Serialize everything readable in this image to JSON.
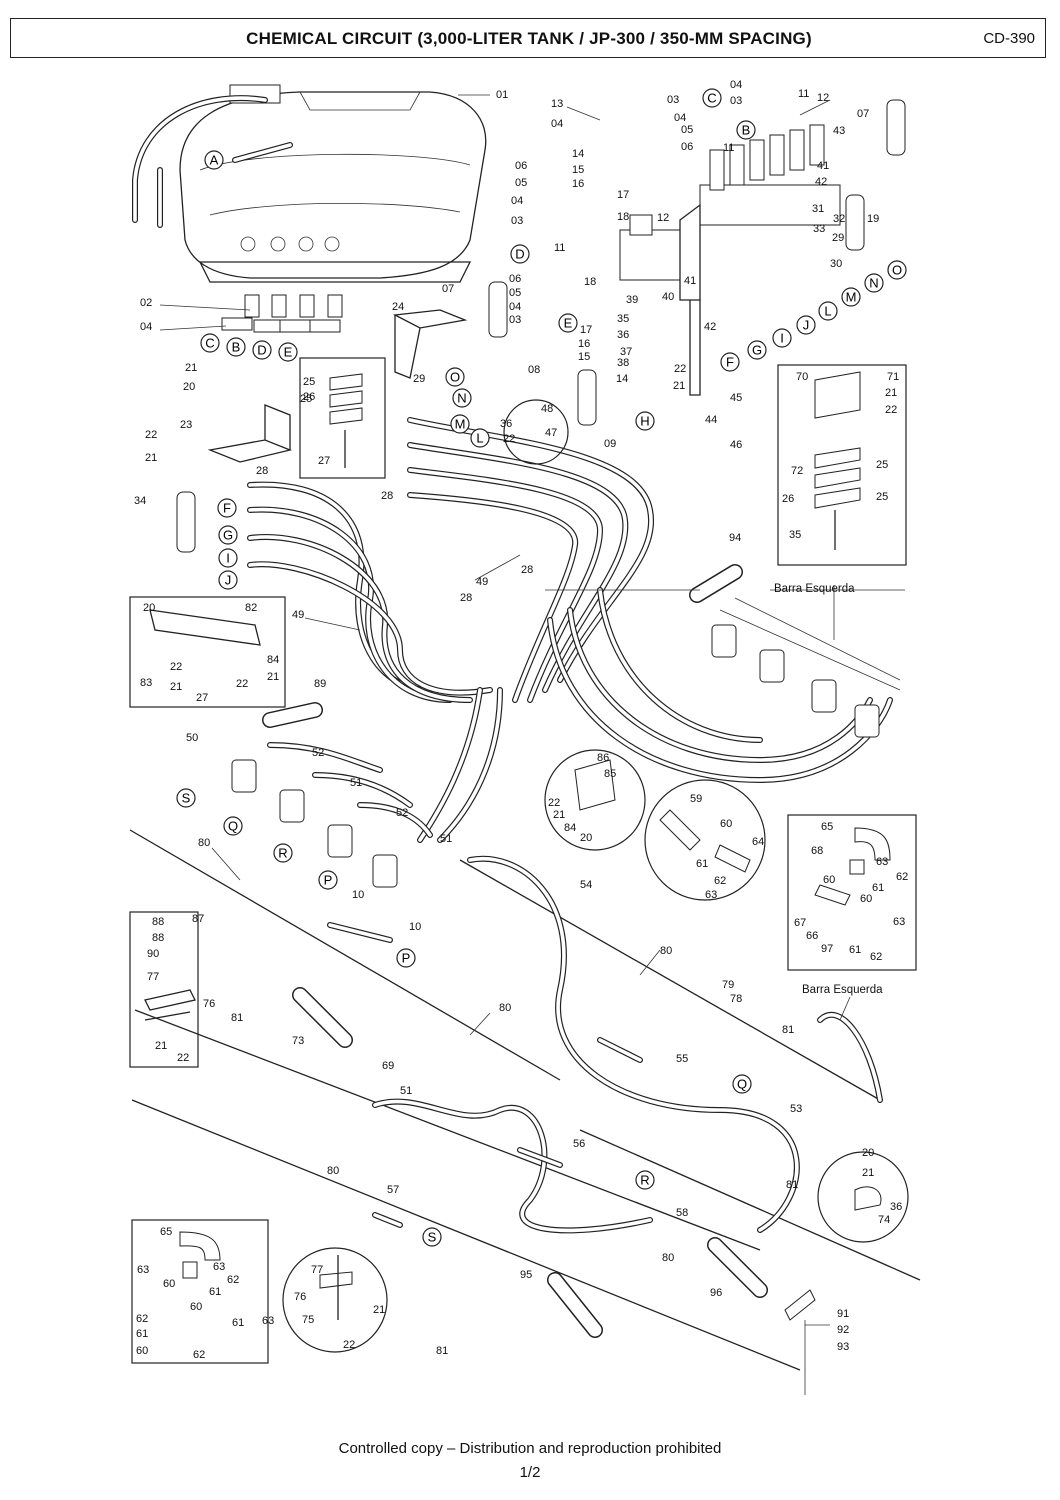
{
  "header": {
    "title": "CHEMICAL CIRCUIT (3,000-LITER TANK / JP-300 / 350-MM SPACING)",
    "code": "CD-390"
  },
  "footer": {
    "copy": "Controlled copy – Distribution and reproduction prohibited",
    "page": "1/2"
  },
  "callouts": {
    "left_boom": "Barra Esquerda",
    "left_boom_2": "Barra Esquerda"
  },
  "connection_letters": [
    "A",
    "B",
    "C",
    "D",
    "E",
    "F",
    "G",
    "H",
    "I",
    "J",
    "L",
    "M",
    "N",
    "O",
    "P",
    "Q",
    "R",
    "S"
  ],
  "part_numbers": [
    "01",
    "02",
    "03",
    "04",
    "05",
    "06",
    "07",
    "08",
    "09",
    "10",
    "11",
    "12",
    "13",
    "14",
    "15",
    "16",
    "17",
    "18",
    "19",
    "20",
    "21",
    "22",
    "23",
    "24",
    "25",
    "26",
    "27",
    "28",
    "29",
    "30",
    "31",
    "32",
    "33",
    "34",
    "35",
    "36",
    "37",
    "38",
    "39",
    "40",
    "41",
    "42",
    "43",
    "44",
    "45",
    "46",
    "47",
    "48",
    "49",
    "50",
    "51",
    "52",
    "53",
    "54",
    "55",
    "56",
    "57",
    "58",
    "59",
    "60",
    "61",
    "62",
    "63",
    "64",
    "65",
    "66",
    "67",
    "68",
    "69",
    "70",
    "71",
    "72",
    "73",
    "74",
    "75",
    "76",
    "77",
    "78",
    "79",
    "80",
    "81",
    "82",
    "83",
    "84",
    "85",
    "86",
    "87",
    "88",
    "89",
    "90",
    "91",
    "92",
    "93",
    "94",
    "95",
    "96",
    "97"
  ]
}
